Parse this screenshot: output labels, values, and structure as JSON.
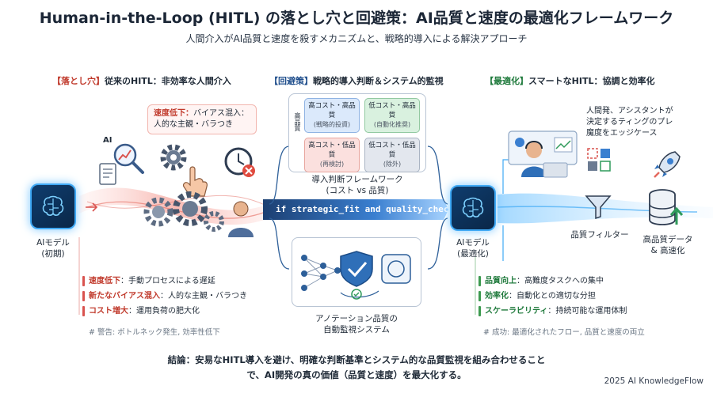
{
  "header": {
    "title": "Human-in-the-Loop (HITL) の落とし穴と回避策：AI品質と速度の最適化フレームワーク",
    "subtitle": "人間介入がAI品質と速度を殺すメカニズムと、戦略的導入による解決アプローチ"
  },
  "left": {
    "tag": "【落とし穴】",
    "heading": "従来のHITL：非効率な人間介入",
    "model_label_1": "AIモデル",
    "model_label_2": "(初期)",
    "bubble_key": "速度低下：",
    "bubble_text1": "バイアス混入：",
    "bubble_text2": "人的な主観・バラつき",
    "items": [
      {
        "key": "速度低下",
        "text": "：手動プロセスによる遅延"
      },
      {
        "key": "新たなバイアス混入",
        "text": "：人的な主観・バラつき"
      },
      {
        "key": "コスト増大",
        "text": "：運用負荷の肥大化"
      }
    ],
    "note": "# 警告: ボトルネック発生, 効率性低下",
    "icon_label": "AI"
  },
  "center": {
    "tag": "【回避策】",
    "heading": "戦略的導入判断＆システム的監視",
    "matrix": [
      {
        "title": "高コスト・高品質",
        "sub": "(戦略的投資)"
      },
      {
        "title": "低コスト・高品質",
        "sub": "(自動化推奨)"
      },
      {
        "title": "高コスト・低品質",
        "sub": "(再検討)"
      },
      {
        "title": "低コスト・低品質",
        "sub": "(除外)"
      }
    ],
    "matrix_side": "高品質",
    "framework_1": "導入判断フレームワーク",
    "framework_2": "(コスト vs 品質)",
    "code": "if strategic_fit and quality_check:",
    "monitor_1": "アノテーション品質の",
    "monitor_2": "自動監視システム"
  },
  "right": {
    "tag": "【最適化】",
    "heading": "スマートなHITL：協調と効率化",
    "model_label_1": "AIモデル",
    "model_label_2": "(最適化)",
    "assist_1": "人間発、アシスタントが",
    "assist_2": "決定するティングのプレ",
    "assist_3": "魔度をエッジケース",
    "filter_label": "品質フィルター",
    "output_1": "高品質データ",
    "output_2": "& 高速化",
    "items": [
      {
        "key": "品質向上",
        "text": "：高難度タスクへの集中"
      },
      {
        "key": "効率化",
        "text": "：自動化との適切な分担"
      },
      {
        "key": "スケーラビリティ",
        "text": "：持続可能な運用体制"
      }
    ],
    "note": "# 成功: 最適化されたフロー, 品質と速度の両立"
  },
  "footer": {
    "conclusion_1": "結論：安易なHITL導入を避け、明確な判断基準とシステム的な品質監視を組み合わせること",
    "conclusion_2": "で、AI開発の真の価値（品質と速度）を最大化する。",
    "credit": "2025 AI KnowledgeFlow"
  },
  "colors": {
    "red": "#d9534f",
    "blue": "#1f4e8c",
    "green": "#1f7a3c",
    "glow": "#3fa9f5"
  }
}
